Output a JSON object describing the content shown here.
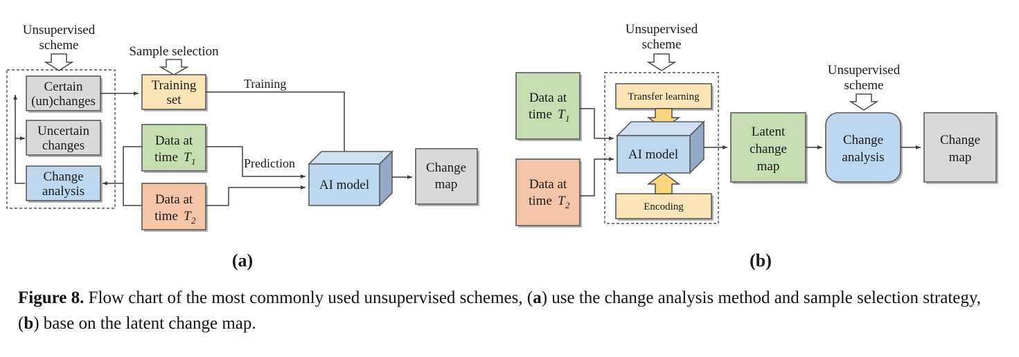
{
  "figure": {
    "caption_label": "Figure 8.",
    "caption_line1": " Flow chart of the most commonly used unsupervised schemes, (",
    "caption_a": "a",
    "caption_line2": ") use the change analysis",
    "caption_line3": "method and sample selection strategy, (",
    "caption_b": "b",
    "caption_line4": ") base on the latent change map."
  },
  "colors": {
    "gray_box": "#d9d9d9",
    "yellow_box": "#fbe5b6",
    "green_box": "#c5ddb0",
    "orange_box": "#f4c4a6",
    "blue_box": "#bdd7ee",
    "cube_front": "#bdd7ee",
    "cube_side": "#93a9c6",
    "cube_top": "#cfe0f1",
    "gold_arrow": "#fbd77c",
    "border": "#5a5a5a"
  },
  "panel_a": {
    "label": "(a)",
    "annotations": [
      {
        "name": "unsupervised-scheme",
        "line1": "Unsupervised",
        "line2": "scheme"
      },
      {
        "name": "sample-selection",
        "line1": "Sample selection",
        "line2": ""
      }
    ],
    "nodes": [
      {
        "id": "certain-changes",
        "line1": "Certain",
        "line2": "(un)changes",
        "color": "gray_box"
      },
      {
        "id": "uncertain-changes",
        "line1": "Uncertain",
        "line2": "changes",
        "color": "gray_box"
      },
      {
        "id": "change-analysis",
        "line1": "Change",
        "line2": "analysis",
        "color": "blue_box"
      },
      {
        "id": "training-set",
        "line1": "Training",
        "line2": "set",
        "color": "yellow_box"
      },
      {
        "id": "data-t1",
        "line1": "Data at",
        "line2": "time",
        "sym": "T",
        "subscript": "1",
        "color": "green_box"
      },
      {
        "id": "data-t2",
        "line1": "Data at",
        "line2": "time",
        "sym": "T",
        "subscript": "2",
        "color": "orange_box"
      },
      {
        "id": "ai-model",
        "line1": "AI model",
        "line2": "",
        "color": "cube_front"
      },
      {
        "id": "change-map",
        "line1": "Change",
        "line2": "map",
        "color": "gray_box"
      }
    ],
    "edge_labels": [
      {
        "id": "training-edge",
        "text": "Training"
      },
      {
        "id": "prediction-edge",
        "text": "Prediction"
      }
    ]
  },
  "panel_b": {
    "label": "(b)",
    "annotations": [
      {
        "name": "unsupervised-scheme-model",
        "line1": "Unsupervised",
        "line2": "scheme"
      },
      {
        "name": "unsupervised-scheme-analysis",
        "line1": "Unsupervised",
        "line2": "scheme"
      }
    ],
    "nodes": [
      {
        "id": "data-t1",
        "line1": "Data at",
        "line2": "time",
        "sym": "T",
        "subscript": "1",
        "color": "green_box"
      },
      {
        "id": "data-t2",
        "line1": "Data at",
        "line2": "time",
        "sym": "T",
        "subscript": "2",
        "color": "orange_box"
      },
      {
        "id": "transfer-learning",
        "line1": "Transfer learning",
        "line2": "",
        "color": "yellow_box"
      },
      {
        "id": "encoding",
        "line1": "Encoding",
        "line2": "",
        "color": "yellow_box"
      },
      {
        "id": "ai-model",
        "line1": "AI model",
        "line2": "",
        "color": "cube_front"
      },
      {
        "id": "latent-change-map",
        "line1": "Latent",
        "line2": "change",
        "line3": "map",
        "color": "green_box"
      },
      {
        "id": "change-analysis",
        "line1": "Change",
        "line2": "analysis",
        "color": "blue_box"
      },
      {
        "id": "change-map",
        "line1": "Change",
        "line2": "map",
        "color": "gray_box"
      }
    ]
  }
}
